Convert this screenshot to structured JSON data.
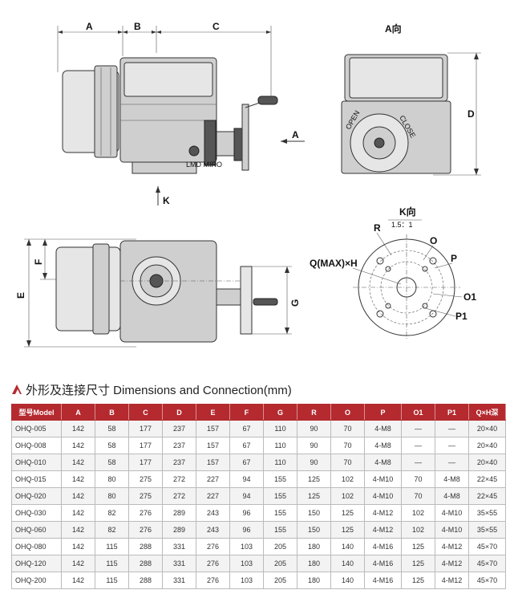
{
  "drawing": {
    "dims": {
      "a": "A",
      "b": "B",
      "c": "C",
      "d": "D",
      "e": "E",
      "f": "F",
      "g": "G",
      "k": "K",
      "r": "R",
      "o": "O",
      "p": "P",
      "o1": "O1",
      "p1": "P1",
      "qh": "Q(MAX)×H"
    },
    "view_a": "A向",
    "view_k": "K向",
    "view_k_scale": "1.5：1",
    "arrow_a": "A",
    "arrow_k": "K",
    "dial_open": "OPEN",
    "dial_close": "CLOSE",
    "lever_label": "LMD MIRO",
    "colors": {
      "accent": "#b42a2f",
      "line": "#333333"
    }
  },
  "section": {
    "icon": "red-triangle-logo-icon",
    "title": "外形及连接尺寸 Dimensions and Connection(mm)"
  },
  "table": {
    "headers": [
      "型号Model",
      "A",
      "B",
      "C",
      "D",
      "E",
      "F",
      "G",
      "R",
      "O",
      "P",
      "O1",
      "P1",
      "Q×H深"
    ],
    "rows": [
      [
        "OHQ-005",
        "142",
        "58",
        "177",
        "237",
        "157",
        "67",
        "110",
        "90",
        "70",
        "4-M8",
        "—",
        "—",
        "20×40"
      ],
      [
        "OHQ-008",
        "142",
        "58",
        "177",
        "237",
        "157",
        "67",
        "110",
        "90",
        "70",
        "4-M8",
        "—",
        "—",
        "20×40"
      ],
      [
        "OHQ-010",
        "142",
        "58",
        "177",
        "237",
        "157",
        "67",
        "110",
        "90",
        "70",
        "4-M8",
        "—",
        "—",
        "20×40"
      ],
      [
        "OHQ-015",
        "142",
        "80",
        "275",
        "272",
        "227",
        "94",
        "155",
        "125",
        "102",
        "4-M10",
        "70",
        "4-M8",
        "22×45"
      ],
      [
        "OHQ-020",
        "142",
        "80",
        "275",
        "272",
        "227",
        "94",
        "155",
        "125",
        "102",
        "4-M10",
        "70",
        "4-M8",
        "22×45"
      ],
      [
        "OHQ-030",
        "142",
        "82",
        "276",
        "289",
        "243",
        "96",
        "155",
        "150",
        "125",
        "4-M12",
        "102",
        "4-M10",
        "35×55"
      ],
      [
        "OHQ-060",
        "142",
        "82",
        "276",
        "289",
        "243",
        "96",
        "155",
        "150",
        "125",
        "4-M12",
        "102",
        "4-M10",
        "35×55"
      ],
      [
        "OHQ-080",
        "142",
        "115",
        "288",
        "331",
        "276",
        "103",
        "205",
        "180",
        "140",
        "4-M16",
        "125",
        "4-M12",
        "45×70"
      ],
      [
        "OHQ-120",
        "142",
        "115",
        "288",
        "331",
        "276",
        "103",
        "205",
        "180",
        "140",
        "4-M16",
        "125",
        "4-M12",
        "45×70"
      ],
      [
        "OHQ-200",
        "142",
        "115",
        "288",
        "331",
        "276",
        "103",
        "205",
        "180",
        "140",
        "4-M16",
        "125",
        "4-M12",
        "45×70"
      ]
    ]
  }
}
